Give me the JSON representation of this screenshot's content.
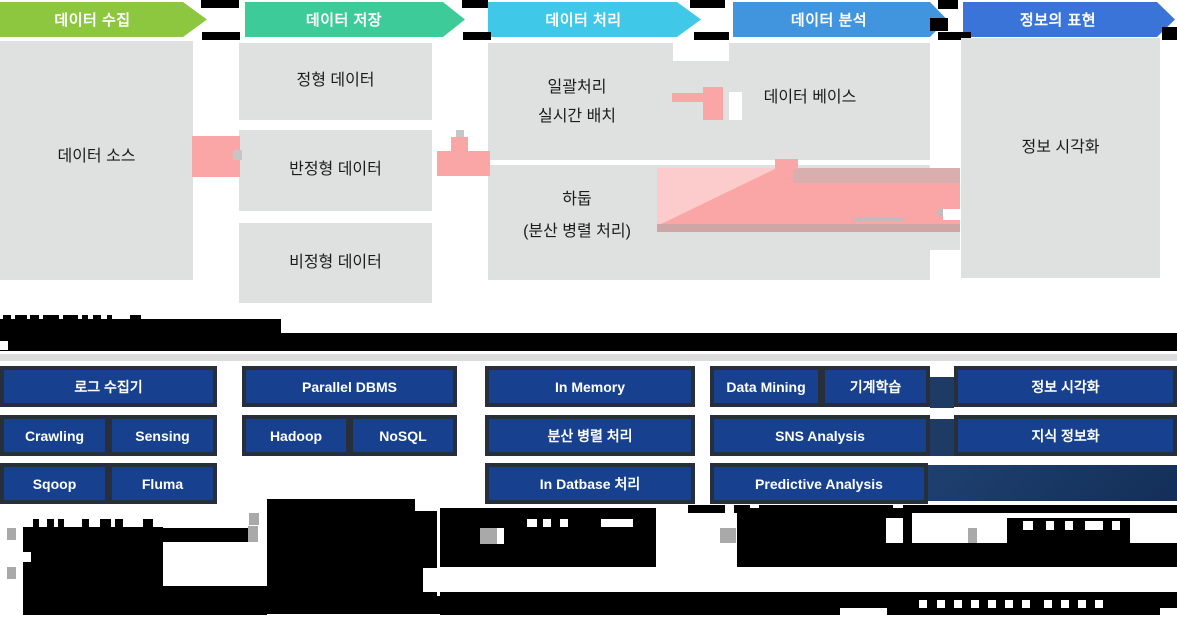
{
  "palette": {
    "stage_colors": [
      "#8dc63f",
      "#3ecb9a",
      "#3fc8e8",
      "#4095de",
      "#3a74d8"
    ],
    "box_bg": "#dfe0e0",
    "button_bg": "#17418f",
    "button_border": "#262f3b",
    "glitch_pink": "#fba6a6",
    "glitch_navy": "#1e3c63",
    "glitch_black": "#000000",
    "divider_gray": "#dcdcdc"
  },
  "flow": {
    "stages": [
      {
        "label": "데이터 수집"
      },
      {
        "label": "데이터 저장"
      },
      {
        "label": "데이터 처리"
      },
      {
        "label": "데이터 분석"
      },
      {
        "label": "정보의 표현"
      }
    ],
    "boxes": {
      "source": "데이터 소스",
      "structured": "정형 데이터",
      "semi_structured": "반정형 데이터",
      "unstructured": "비정형 데이터",
      "batch_line1": "일괄처리",
      "batch_line2": "실시간 배치",
      "database": "데이터 베이스",
      "hadoop_line1": "하둡",
      "hadoop_line2": "(분산 병렬 처리)",
      "visualization": "정보 시각화"
    }
  },
  "tech": {
    "collection": {
      "row1": "로그 수집기",
      "row2a": "Crawling",
      "row2b": "Sensing",
      "row3a": "Sqoop",
      "row3b": "Fluma"
    },
    "storage": {
      "row1": "Parallel DBMS",
      "row2a": "Hadoop",
      "row2b": "NoSQL"
    },
    "processing": {
      "row1": "In Memory",
      "row2": "분산 병렬 처리",
      "row3": "In Datbase 처리"
    },
    "analysis": {
      "row1a": "Data Mining",
      "row1b": "기계학습",
      "row2": "SNS Analysis",
      "row3": "Predictive Analysis"
    },
    "expression": {
      "row1": "정보 시각화",
      "row2": "지식 정보화"
    }
  }
}
